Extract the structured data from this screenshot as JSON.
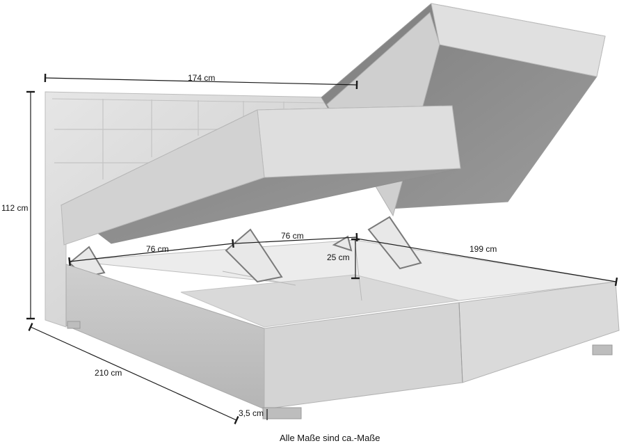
{
  "dimensions": {
    "width": "174 cm",
    "height": "112 cm",
    "length": "210 cm",
    "storage_left": "76 cm",
    "storage_right": "76 cm",
    "storage_depth": "25 cm",
    "mattress_length": "199 cm",
    "feet_height": "3,5 cm"
  },
  "caption": "Alle Maße sind ca.-Maße",
  "colors": {
    "fabric": "#d6d6d6",
    "fabric_light": "#e3e3e3",
    "fabric_dark": "#a9a9a9",
    "lid_underside": "#8a8a8a",
    "line": "#1a1a1a"
  }
}
